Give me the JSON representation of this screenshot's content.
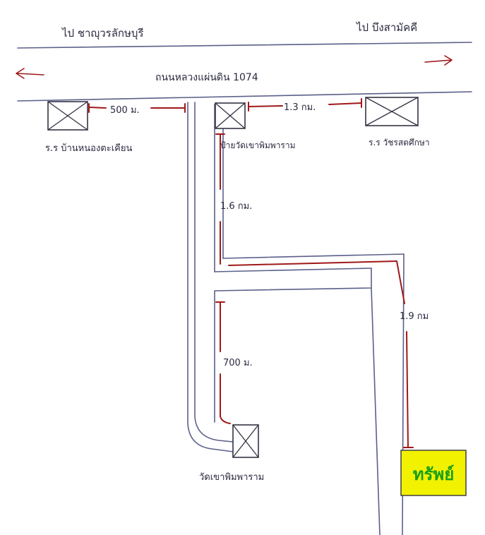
{
  "labels": {
    "direction_left": "ไป ชาญุวรลักษบุรี",
    "direction_right": "ไป บึงสามัคคี",
    "highway": "ถนนหลวงแผ่นดิน 1074",
    "school_left": "ร.ร บ้านหนองตะเคียน",
    "temple_sign": "ป้ายวัดเขาพิมพาราม",
    "school_right": "ร.ร วัชรสตศึกษา",
    "temple": "วัดเขาพิมพาราม",
    "property": "ทรัพย์"
  },
  "distances": {
    "d_500": "500 ม.",
    "d_1_3": "1.3 กม.",
    "d_1_6": "1.6 กม.",
    "d_1_9": "1.9 กม",
    "d_700": "700 ม."
  },
  "colors": {
    "road": "#5a5f8a",
    "distance_marker": "#a01818",
    "property_fill": "#f2f200",
    "property_text": "#1aa01a"
  }
}
